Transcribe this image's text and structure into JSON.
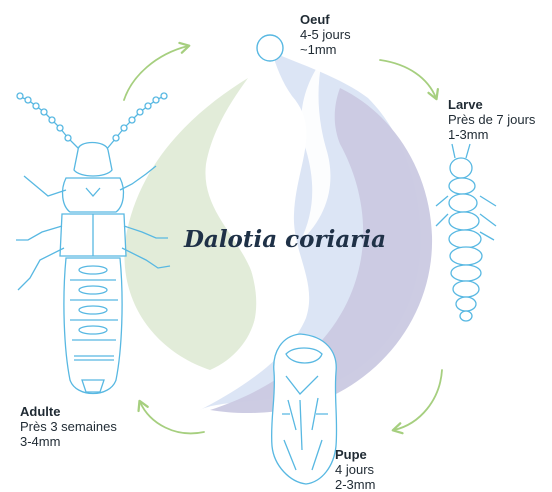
{
  "species": "Dalotia coriaria",
  "stages": {
    "egg": {
      "name": "Oeuf",
      "lines": [
        "4-5 jours",
        "~1mm"
      ]
    },
    "larva": {
      "name": "Larve",
      "lines": [
        "Près de 7 jours",
        "1-3mm"
      ]
    },
    "pupa": {
      "name": "Pupe",
      "lines": [
        "4 jours",
        "2-3mm"
      ]
    },
    "adult": {
      "name": "Adulte",
      "lines": [
        "Près 3 semaines",
        "3-4mm"
      ]
    }
  },
  "colors": {
    "green_leaf": "#dde9d2",
    "blue_drop": "#d8e2f4",
    "purple_drop": "#cac9e2",
    "insect_outline": "#58b8e2",
    "arrow": "#a6cf7f",
    "text": "#1f2a33"
  }
}
